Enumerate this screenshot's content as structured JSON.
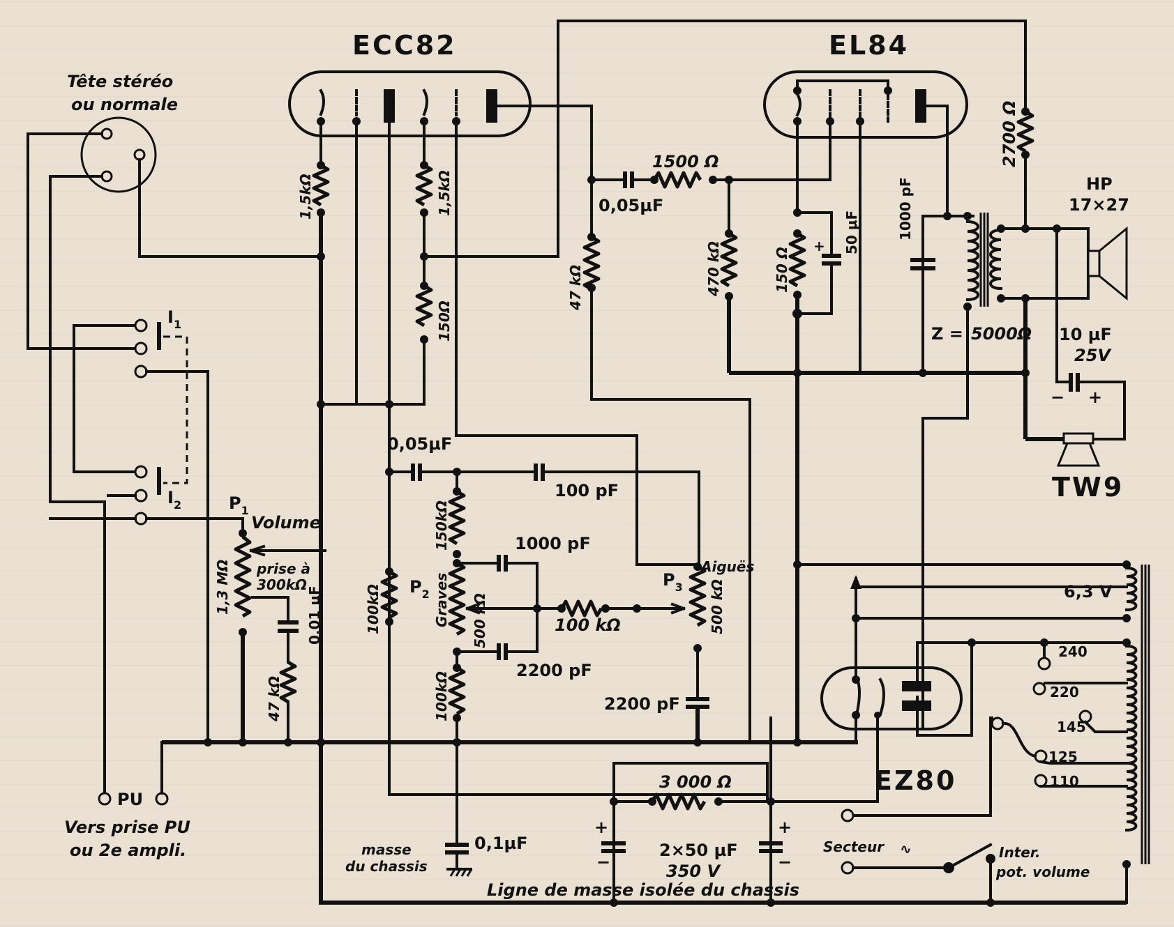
{
  "title": "Schéma amplificateur ECC82 / EL84 / EZ80",
  "tubes": {
    "preamp": "ECC82",
    "output": "EL84",
    "rectifier": "EZ80"
  },
  "inputs": {
    "head_label_line1": "Tête stéréo",
    "head_label_line2": "ou normale",
    "switch1": "I",
    "switch1_sub": "1",
    "switch2": "I",
    "switch2_sub": "2",
    "pu_label": "PU",
    "pu_note_line1": "Vers prise PU",
    "pu_note_line2": "ou 2e ampli."
  },
  "volume": {
    "pot_name": "P",
    "pot_sub": "1",
    "function": "Volume",
    "value": "1,3 MΩ",
    "tap_line1": "prise à",
    "tap_line2": "300kΩ",
    "comp_cap": "0,01 µF",
    "comp_res": "47 kΩ"
  },
  "ecc82_stage": {
    "cathode_res_1": "1,5kΩ",
    "cathode_res_2": "1,5kΩ",
    "cathode_res_3": "150Ω",
    "plate_res": "47 kΩ",
    "coupling_cap": "0,05µF"
  },
  "tone": {
    "coupling_cap": "0,05µF",
    "cap_100p": "100 pF",
    "res_150k": "150kΩ",
    "bass_pot_name": "P",
    "bass_pot_sub": "2",
    "bass_function": "Graves",
    "bass_value": "500 kΩ",
    "cap_1000p": "1000 pF",
    "cap_2200p_bass": "2200 pF",
    "res_100k_bass_low": "100kΩ",
    "res_100k_grid": "100kΩ",
    "res_100k_mix": "100 kΩ",
    "treble_pot_name": "P",
    "treble_pot_sub": "3",
    "treble_function": "Aiguës",
    "treble_value": "500 kΩ",
    "cap_2200p_treble": "2200 pF",
    "decoupling_cap": "0,1µF",
    "chassis_ground_line1": "masse",
    "chassis_ground_line2": "du chassis"
  },
  "el84_stage": {
    "grid_res": "1500 Ω",
    "grid_leak": "470 kΩ",
    "cathode_res": "150 Ω",
    "cathode_cap": "50 µF",
    "plate_cap": "1000 pF",
    "impedance": "Z =",
    "impedance_value": "5000Ω",
    "feedback_res": "2700 Ω"
  },
  "output": {
    "speaker_label": "HP",
    "speaker_size": "17×27",
    "tweeter_cap": "10 µF",
    "tweeter_cap_voltage": "25V",
    "tweeter_label": "TW9"
  },
  "power": {
    "heater_voltage": "6,3 V",
    "taps": [
      "240",
      "220",
      "145",
      "125",
      "110"
    ],
    "filter_res": "3 000 Ω",
    "filter_caps": "2×50 µF",
    "filter_voltage": "350 V",
    "mains_label": "Secteur",
    "switch_line1": "Inter.",
    "switch_line2": "pot. volume",
    "ground_line": "Ligne de masse isolée du chassis"
  }
}
